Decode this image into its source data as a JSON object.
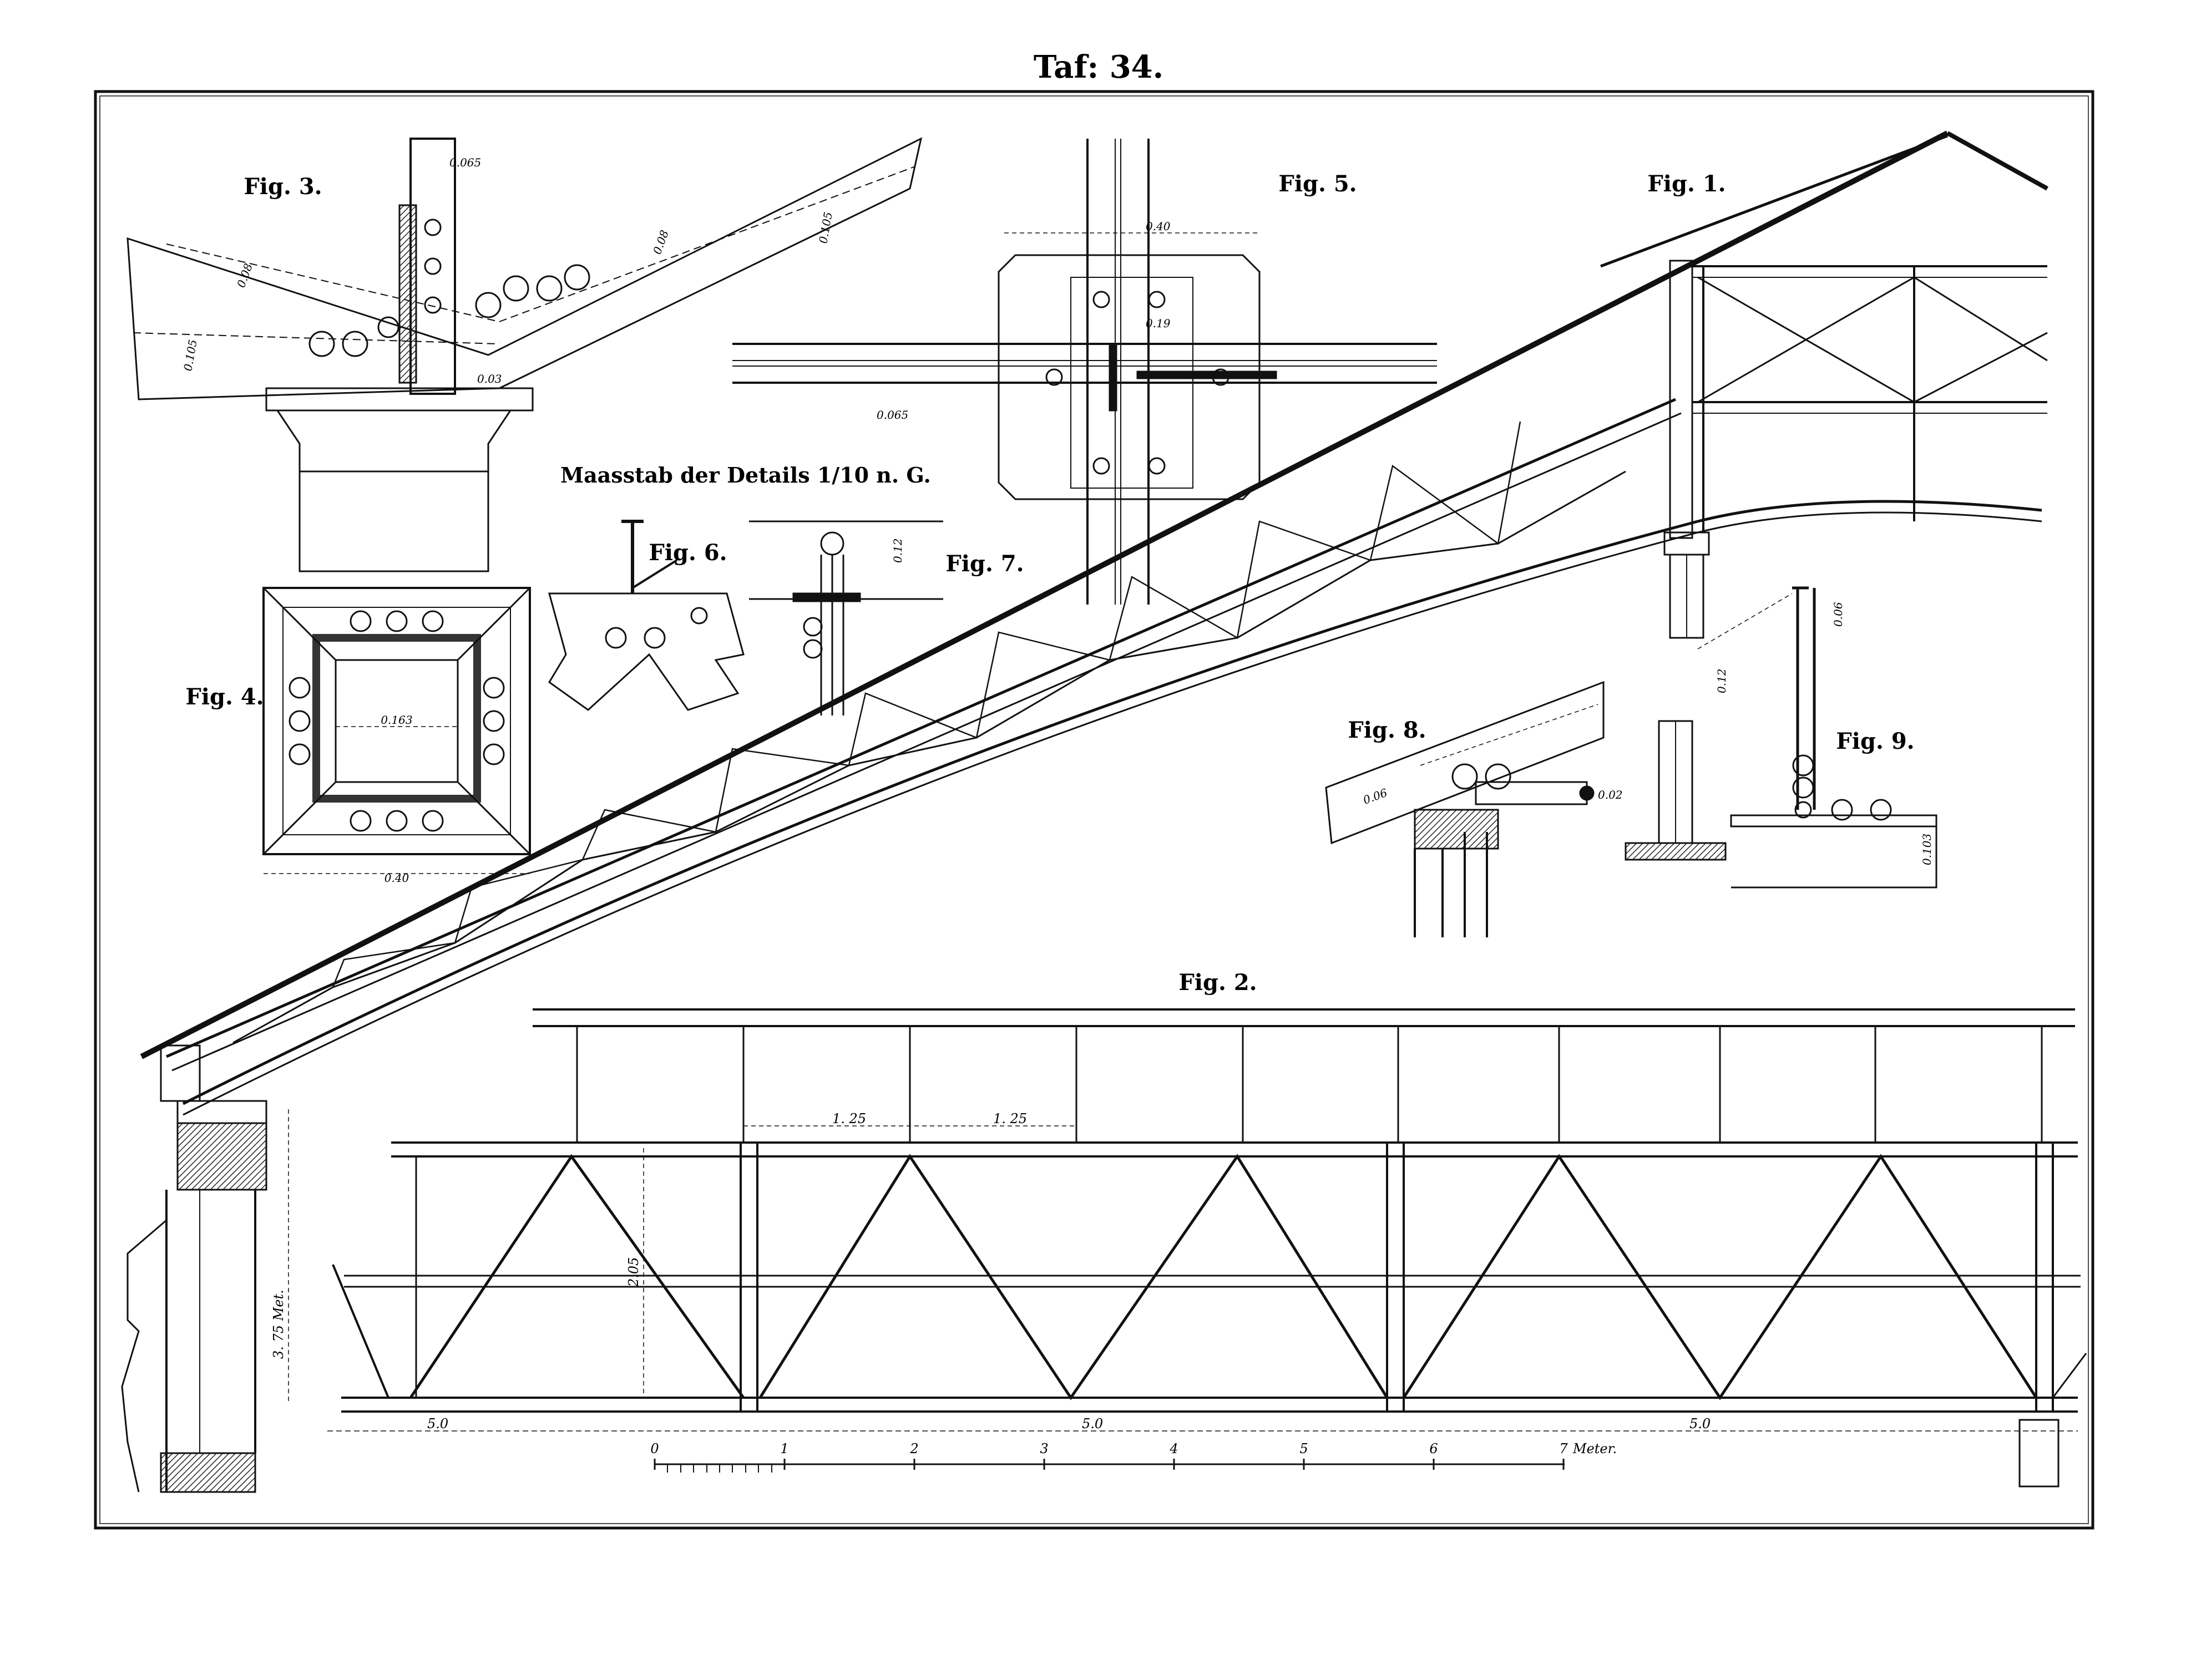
{
  "plate": {
    "title": "Taf: 34."
  },
  "figures": {
    "fig1": "Fig. 1.",
    "fig2": "Fig. 2.",
    "fig3": "Fig. 3.",
    "fig4": "Fig. 4.",
    "fig5": "Fig. 5.",
    "fig6": "Fig. 6.",
    "fig7": "Fig. 7.",
    "fig8": "Fig. 8.",
    "fig9": "Fig. 9."
  },
  "scale_note": "Maasstab der Details 1/10 n. G.",
  "dimensions": {
    "fig3_top": "0.065",
    "fig3_a": "0.08",
    "fig3_b": "0.105",
    "fig3_c": "0.105",
    "fig3_d": "0.08",
    "fig3_e": "0.03",
    "fig4_inner": "0.163",
    "fig4_width": "0.40",
    "fig5_width": "0.40",
    "fig5_mid": "0.19",
    "fig5_web": "0.065",
    "fig7_h": "0.12",
    "fig8_a": "0.06",
    "fig8_b": "0.02",
    "fig9_a": "0.06",
    "fig9_b": "0.12",
    "fig9_c": "0.103",
    "fig2_panel1": "1. 25",
    "fig2_panel2": "1. 25",
    "fig2_height": "2.05",
    "fig2_span1": "5.0",
    "fig2_span2": "5.0",
    "fig2_span3": "5.0",
    "wall_height": "3. 75 Met."
  },
  "scale_bar": {
    "ticks": [
      "0",
      "1",
      "2",
      "3",
      "4",
      "5",
      "6",
      "7"
    ],
    "unit": "Meter."
  }
}
